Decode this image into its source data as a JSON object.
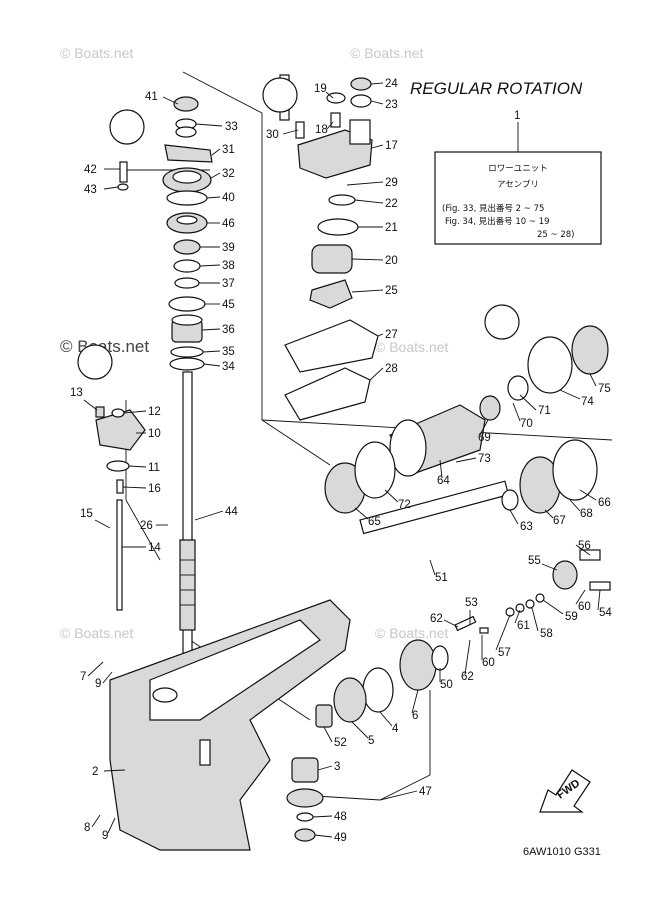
{
  "title": "REGULAR ROTATION",
  "watermark": "© Boats.net",
  "assembly_box": {
    "ref": "1",
    "line1": "ロワーユニット",
    "line2": "アセンブリ",
    "line3": "(Fig. 33, 見出番号  2 ~ 75",
    "line4": "Fig. 34, 見出番号  10 ~ 19",
    "line5": "25 ~ 28)"
  },
  "fwd_label": "FWD",
  "drawing_code": "6AW1010 G331",
  "callouts": [
    "2",
    "3",
    "4",
    "5",
    "6",
    "7",
    "8",
    "9",
    "9b",
    "10",
    "11",
    "12",
    "13",
    "14",
    "15",
    "16",
    "17",
    "18",
    "19",
    "20",
    "21",
    "22",
    "23",
    "24",
    "25",
    "26",
    "27",
    "28",
    "29",
    "30",
    "31",
    "32",
    "33",
    "34",
    "35",
    "36",
    "37",
    "38",
    "39",
    "40",
    "41",
    "42",
    "43",
    "44",
    "45",
    "46",
    "47",
    "48",
    "49",
    "50",
    "51",
    "52",
    "53",
    "54",
    "55",
    "56",
    "57",
    "58",
    "59",
    "60",
    "60b",
    "61",
    "62",
    "62b",
    "63",
    "64",
    "65",
    "66",
    "67",
    "68",
    "69",
    "70",
    "71",
    "72",
    "73",
    "74",
    "75"
  ],
  "labels": {
    "2": "2",
    "3": "3",
    "4": "4",
    "5": "5",
    "6": "6",
    "7": "7",
    "8": "8",
    "9": "9",
    "9b": "9",
    "10": "10",
    "11": "11",
    "12": "12",
    "13": "13",
    "14": "14",
    "15": "15",
    "16": "16",
    "17": "17",
    "18": "18",
    "19": "19",
    "20": "20",
    "21": "21",
    "22": "22",
    "23": "23",
    "24": "24",
    "25": "25",
    "26": "26",
    "27": "27",
    "28": "28",
    "29": "29",
    "30": "30",
    "31": "31",
    "32": "32",
    "33": "33",
    "34": "34",
    "35": "35",
    "36": "36",
    "37": "37",
    "38": "38",
    "39": "39",
    "40": "40",
    "41": "41",
    "42": "42",
    "43": "43",
    "44": "44",
    "45": "45",
    "46": "46",
    "47": "47",
    "48": "48",
    "49": "49",
    "50": "50",
    "51": "51",
    "52": "52",
    "53": "53",
    "54": "54",
    "55": "55",
    "56": "56",
    "57": "57",
    "58": "58",
    "59": "59",
    "60": "60",
    "60b": "60",
    "61": "61",
    "62": "62",
    "62b": "62",
    "63": "63",
    "64": "64",
    "65": "65",
    "66": "66",
    "67": "67",
    "68": "68",
    "69": "69",
    "70": "70",
    "71": "71",
    "72": "72",
    "73": "73",
    "74": "74",
    "75": "75"
  }
}
